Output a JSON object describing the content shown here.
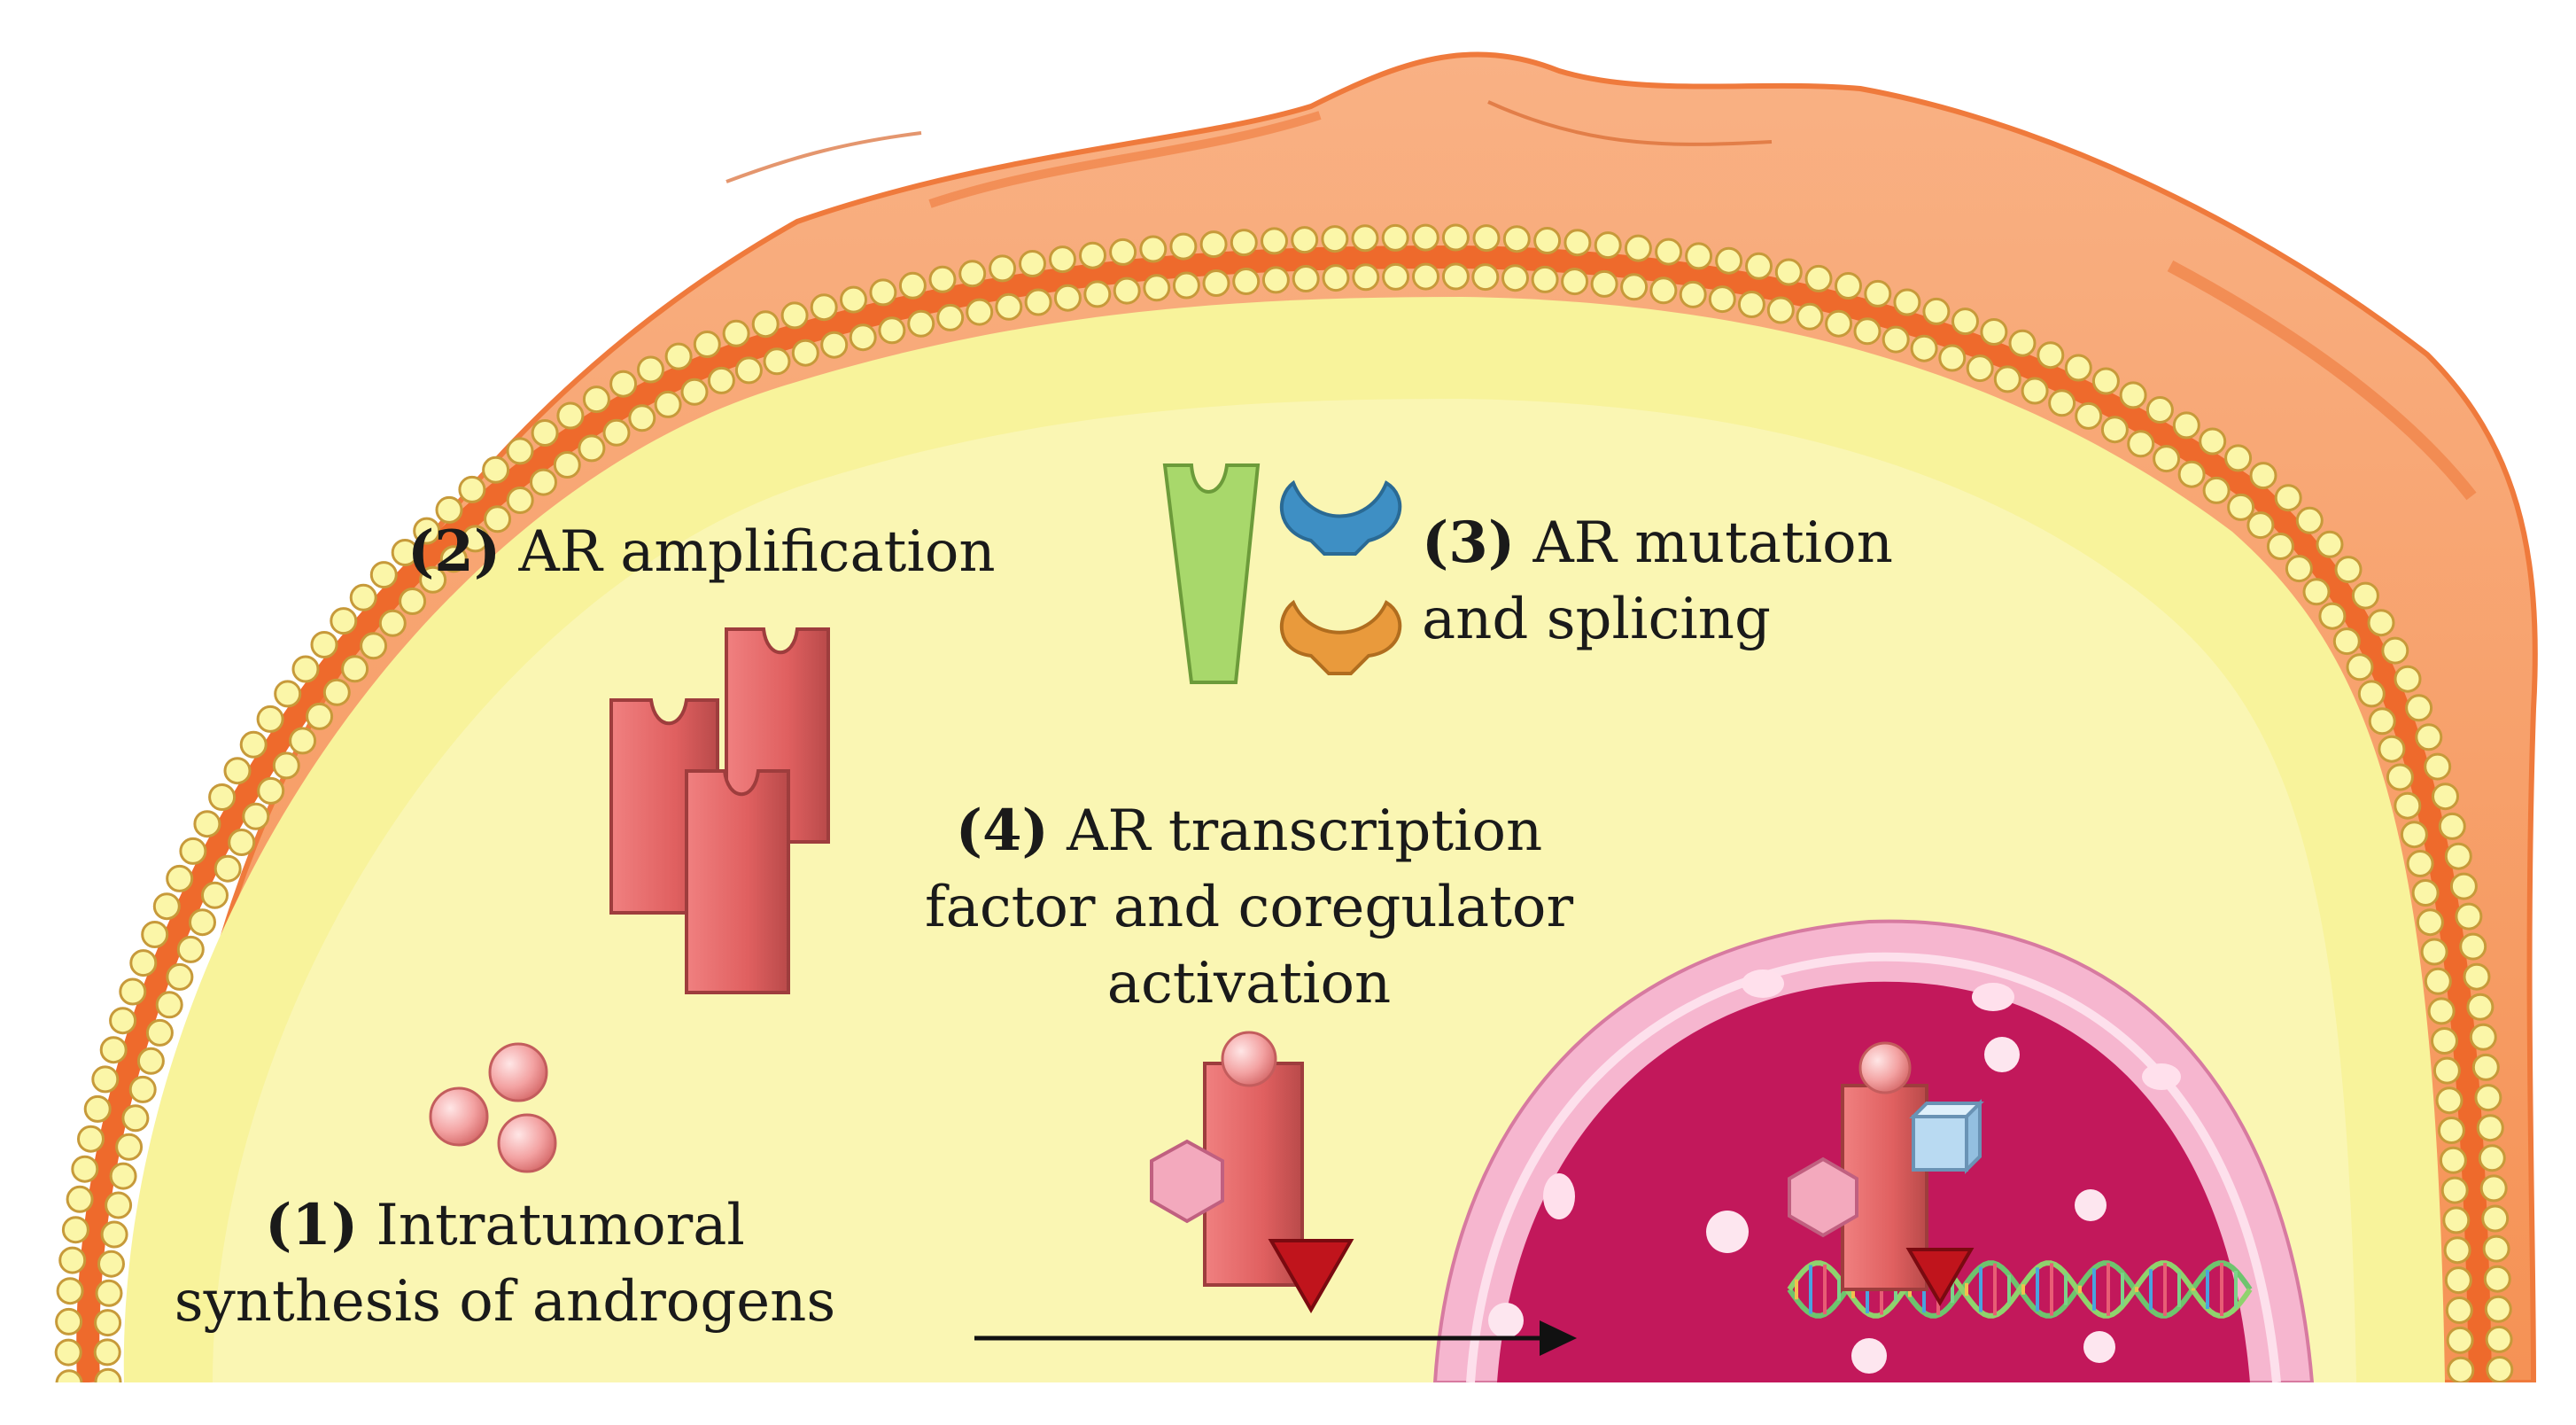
{
  "colors": {
    "background": "#ffffff",
    "cell_outer": "#f7a36f",
    "cell_outer_dark": "#ef7a3c",
    "cytoplasm": "#f8f39b",
    "membrane_bead": "#fbf6a8",
    "membrane_line": "#ee6a2c",
    "receptor": "#e26262",
    "receptor_dark": "#b84646",
    "nucleus": "#c2185b",
    "nucleus_rim": "#f6b6cf",
    "androgen": "#f4a6a6",
    "variant_green": "#a8d86b",
    "variant_blue": "#3e8fc4",
    "variant_orange": "#e99a3c",
    "coregulator_hex": "#f3a9bd",
    "coregulator_cube": "#b9daf2",
    "coregulator_tri": "#c0141c"
  },
  "labels": {
    "step1": {
      "number": "(1)",
      "line1": "Intratumoral",
      "line2": "synthesis of androgens"
    },
    "step2": {
      "number": "(2)",
      "text": "AR amplification"
    },
    "step3": {
      "number": "(3)",
      "line1": "AR mutation",
      "line2": "and splicing"
    },
    "step4": {
      "number": "(4)",
      "line1": "AR transcription",
      "line2": "factor and coregulator",
      "line3": "activation"
    }
  },
  "icons": {
    "cell": "cell-outline",
    "membrane": "lipid-bilayer",
    "nucleus": "nucleus",
    "dna": "dna-helix",
    "androgens": "androgen-molecules",
    "receptor": "androgen-receptor",
    "arrow": "translocation-arrow"
  }
}
